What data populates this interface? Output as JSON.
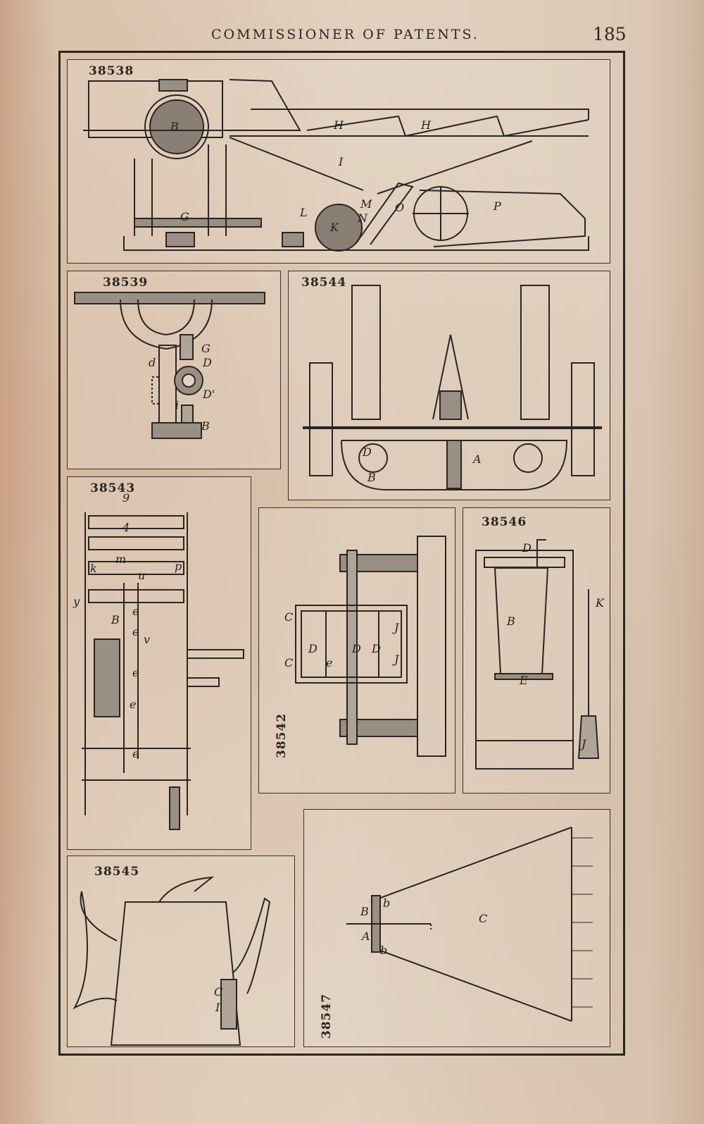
{
  "header": {
    "running_head": "COMMISSIONER OF PATENTS.",
    "page_number": "185"
  },
  "figures": [
    {
      "patent_no": "38538",
      "labels": [
        "B",
        "H",
        "H",
        "I",
        "G",
        "L",
        "K",
        "M",
        "N",
        "O",
        "P"
      ]
    },
    {
      "patent_no": "38539",
      "labels": [
        "G",
        "D",
        "D'",
        "d",
        "i",
        "B"
      ]
    },
    {
      "patent_no": "38544",
      "labels": [
        "D",
        "A",
        "B"
      ]
    },
    {
      "patent_no": "38543",
      "labels": [
        "9",
        "4",
        "k",
        "m",
        "u",
        "p",
        "y",
        "B",
        "e",
        "e",
        "v",
        "e",
        "e",
        "e"
      ]
    },
    {
      "patent_no": "38542",
      "labels": [
        "C",
        "C",
        "D",
        "e",
        "D",
        "D",
        "J",
        "J"
      ]
    },
    {
      "patent_no": "38546",
      "labels": [
        "D",
        "B",
        "E",
        "K",
        "J"
      ]
    },
    {
      "patent_no": "38545",
      "labels": [
        "C",
        "I"
      ]
    },
    {
      "patent_no": "38547",
      "labels": [
        "B",
        "b",
        "b",
        "A",
        "C"
      ]
    }
  ]
}
